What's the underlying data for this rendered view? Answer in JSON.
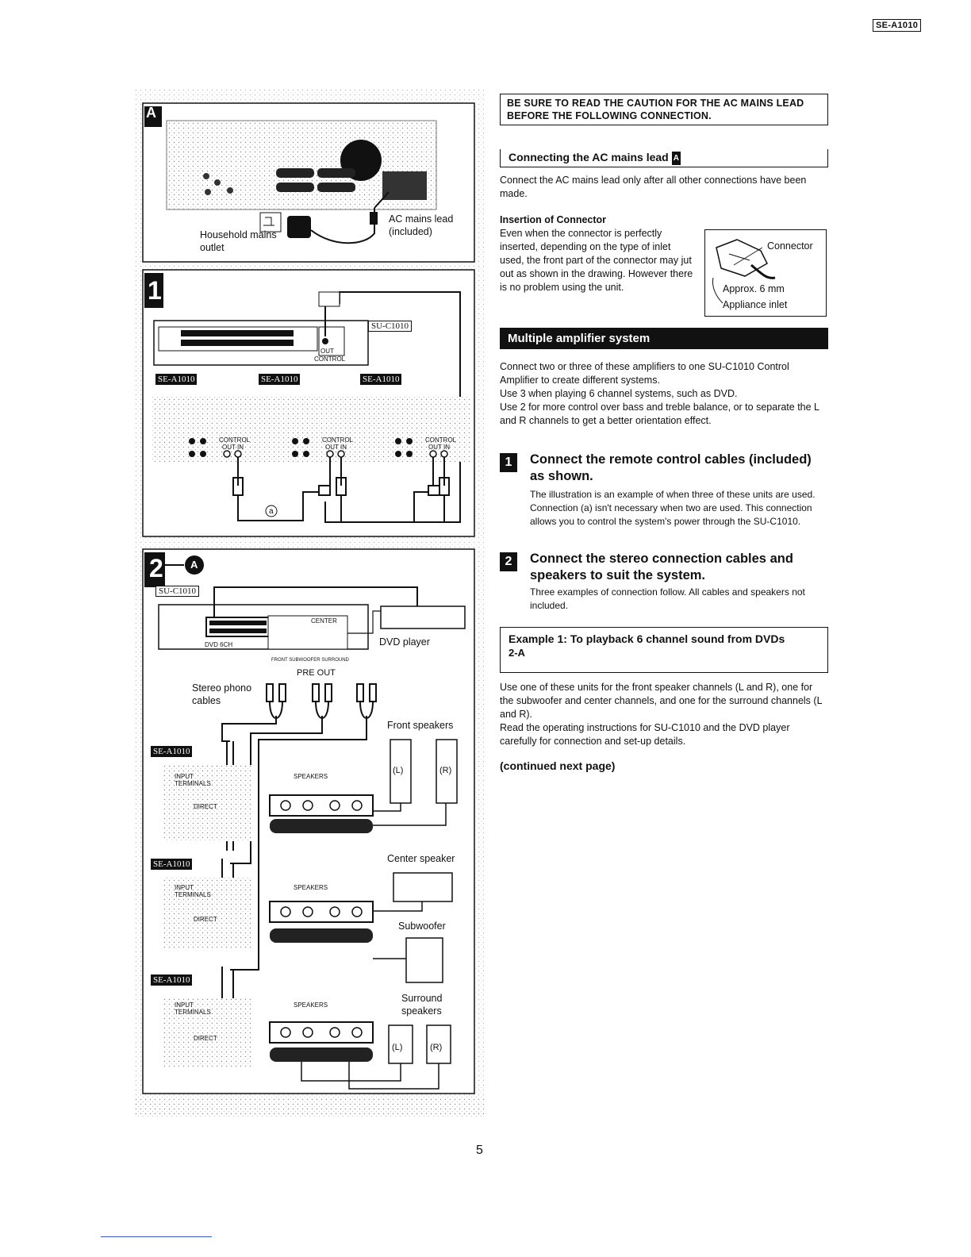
{
  "header": {
    "model": "SE-A1010"
  },
  "page_number": "5",
  "caution": "BE SURE TO READ THE CAUTION FOR THE AC MAINS LEAD BEFORE THE FOLLOWING CONNECTION.",
  "ac_section": {
    "title": "Connecting the AC mains lead",
    "badge": "A",
    "text": "Connect the AC mains lead only after all other connections have been made.",
    "insertion_title": "Insertion of Connector",
    "insertion_text": "Even when the connector is perfectly inserted, depending on the type of inlet used, the front part of the connector may jut out as shown in the drawing. However there is no problem using the unit.",
    "figure_labels": {
      "connector": "Connector",
      "approx": "Approx. 6 mm",
      "inlet": "Appliance inlet"
    }
  },
  "multi_section": {
    "title": "Multiple amplifier system",
    "text": [
      "Connect two or three of these amplifiers to one SU-C1010 Control Amplifier to create different systems.",
      "Use 3 when playing 6 channel systems, such as DVD.",
      "Use 2 for more control over bass and treble balance, or to separate the L and R channels to get a better orientation effect."
    ]
  },
  "steps": [
    {
      "num": "1",
      "title": "Connect the remote control cables (included) as shown.",
      "text": "The illustration is an example of when three of these units are used. Connection (a) isn't necessary when two are used. This connection allows you to control the system's power through the SU-C1010."
    },
    {
      "num": "2",
      "title": "Connect the stereo connection cables and speakers to suit the system.",
      "text": "Three examples of connection follow. All cables and speakers not included."
    }
  ],
  "example1": {
    "title": "Example 1: To playback 6 channel sound from DVDs",
    "ref": "2-A",
    "text": [
      "Use one of these units for the front speaker channels (L and R), one for the subwoofer and center channels, and one for the surround channels (L and R).",
      "Read the operating instructions for SU-C1010 and the DVD player carefully for connection and set-up details."
    ]
  },
  "continued": "(continued next page)",
  "diagram": {
    "panel_a": {
      "label": "A",
      "outlet": "Household mains outlet",
      "lead": "AC mains lead (included)"
    },
    "panel_1": {
      "label": "1",
      "controller": "SU-C1010",
      "out": "OUT",
      "control": "CONTROL",
      "amps": [
        "SE-A1010",
        "SE-A1010",
        "SE-A1010"
      ],
      "amp_control": "CONTROL",
      "out_in": "OUT  IN",
      "cable": "a"
    },
    "panel_2": {
      "label": "2",
      "sub": "A",
      "controller": "SU-C1010",
      "dvd": "DVD player",
      "dvd_6ch": "DVD 6CH",
      "center": "CENTER",
      "front_sub_surround": "FRONT SUBWOOFER SURROUND",
      "pre_out": "PRE OUT",
      "stereo_phono": "Stereo phono cables",
      "front_speakers": "Front speakers",
      "center_speaker": "Center speaker",
      "subwoofer": "Subwoofer",
      "surround_speakers": "Surround speakers",
      "amp": "SE-A1010",
      "input_terminals": "INPUT TERMINALS",
      "direct": "DIRECT",
      "speakers": "SPEAKERS",
      "left": "(L)",
      "right": "(R)"
    }
  }
}
